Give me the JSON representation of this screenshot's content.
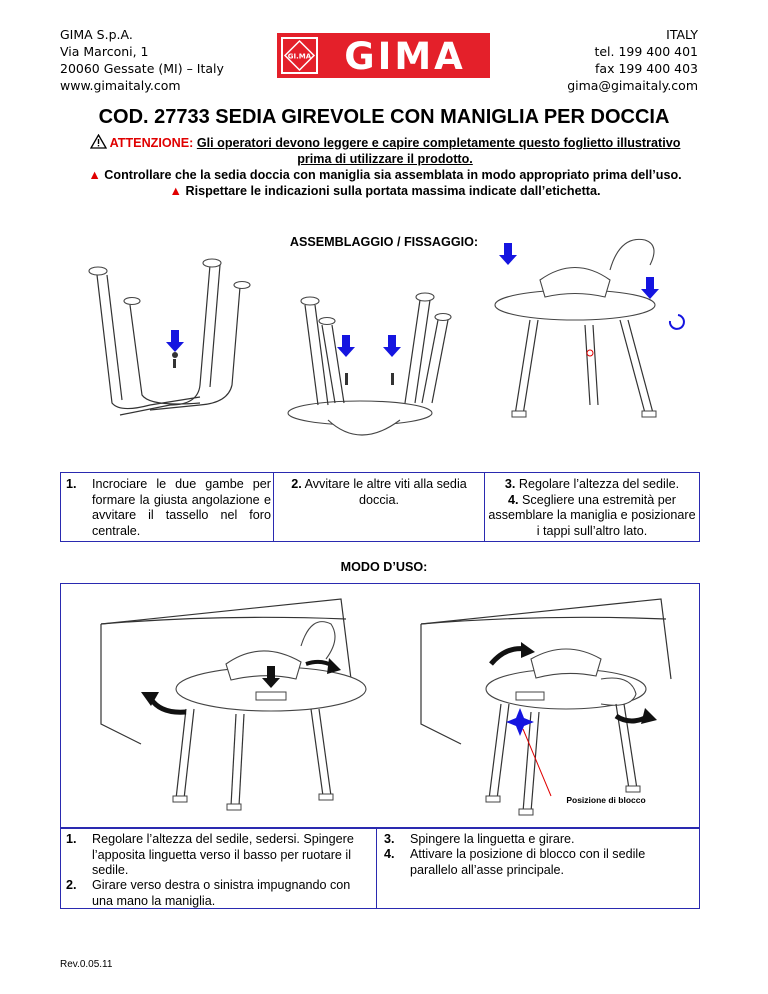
{
  "header": {
    "company": "GIMA S.p.A.",
    "street": "Via Marconi, 1",
    "city": "20060 Gessate (MI) – Italy",
    "web": "www.gimaitaly.com",
    "country": "ITALY",
    "tel": "tel. 199 400 401",
    "fax": "fax 199 400 403",
    "email": "gima@gimaitaly.com",
    "logo_text": "GIMA",
    "logo_badge": "GI.MA"
  },
  "title": "COD. 27733 SEDIA GIREVOLE CON MANIGLIA PER DOCCIA",
  "warning": {
    "label": "ATTENZIONE:",
    "text_line1": "Gli operatori devono leggere e capire completamente questo foglietto illustrativo",
    "text_line2": "prima di utilizzare il prodotto.",
    "bullet1": "Controllare che la sedia doccia con maniglia sia assemblata in modo appropriato prima dell’uso.",
    "bullet2": "Rispettare le indicazioni sulla portata massima indicate dall’etichetta.",
    "bullet_symbol": "▲"
  },
  "assembly": {
    "heading": "ASSEMBLAGGIO / FISSAGGIO:",
    "step1_num": "1.",
    "step1_text": "Incrociare le due gambe per formare la giusta angolazione e avvitare il tassello nel foro centrale.",
    "step2_num": "2.",
    "step2_text": "Avvitare le altre viti alla sedia doccia.",
    "step3_num": "3.",
    "step3_text": "Regolare l’altezza del sedile.",
    "step4_num": "4.",
    "step4_text": "Scegliere una estremità per assemblare la maniglia e posizionare i tappi sull’altro lato."
  },
  "usage": {
    "heading": "MODO D’USO:",
    "lock_label": "Posizione di blocco",
    "left_steps": [
      {
        "num": "1.",
        "text": "Regolare l’altezza del sedile, sedersi. Spingere l’apposita linguetta verso il basso per ruotare il sedile."
      },
      {
        "num": "2.",
        "text": "Girare verso destra o sinistra impugnando con una mano la maniglia."
      }
    ],
    "right_steps": [
      {
        "num": "3.",
        "text": "Spingere la linguetta e girare."
      },
      {
        "num": "4.",
        "text": "Attivare la posizione di blocco con il sedile parallelo all’asse principale."
      }
    ]
  },
  "footer": {
    "revision": "Rev.0.05.11"
  },
  "colors": {
    "accent_red": "#e00000",
    "frame_blue": "#2a2ab0",
    "arrow_blue": "#1515e0",
    "logo_red": "#e4202a"
  }
}
